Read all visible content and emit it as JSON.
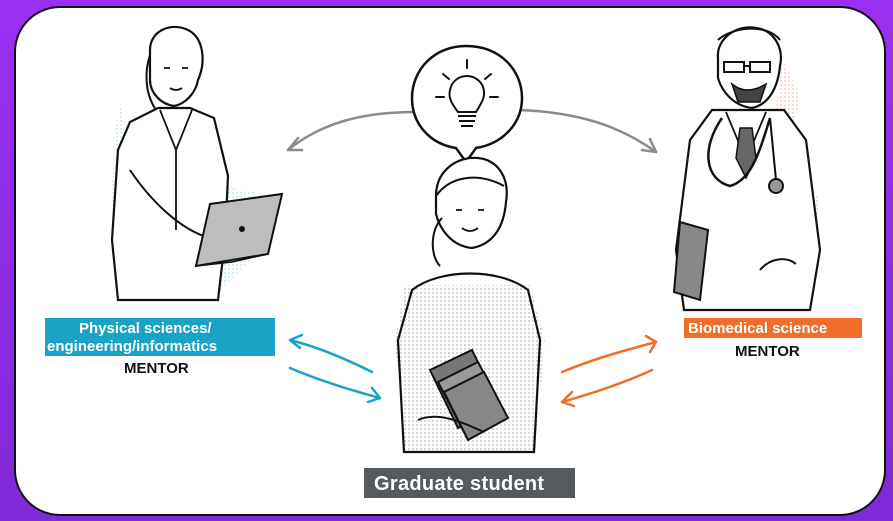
{
  "labels": {
    "physical_line1": "Physical sciences/",
    "physical_line2": "engineering/informatics",
    "physical_role": "MENTOR",
    "biomedical": "Biomedical science",
    "biomedical_role": "MENTOR",
    "student": "Graduate student"
  },
  "colors": {
    "background": "#8a2be2",
    "physical_accent": "#1aa3c6",
    "biomedical_accent": "#ef6f2a",
    "student_accent": "#555a5e"
  },
  "icons": [
    "lightbulb-icon",
    "laptop-icon",
    "stethoscope-icon",
    "books-icon"
  ]
}
